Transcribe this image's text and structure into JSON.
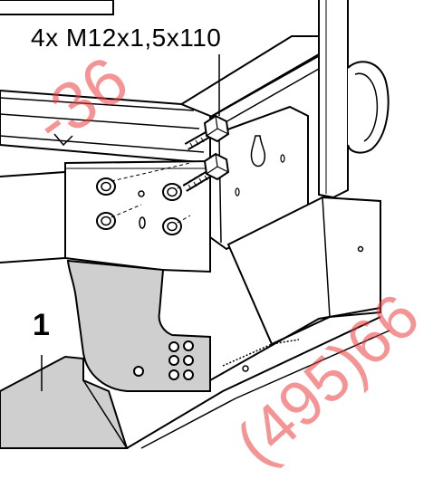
{
  "labels": {
    "bolt_spec": "4x  M12x1,5x110",
    "part_number": "1"
  },
  "watermark": {
    "left_text": "-36",
    "bottom_text": "(495)66",
    "color": "#eb3c3c"
  },
  "colors": {
    "line": "#000000",
    "bracket_fill": "#cfcfcf",
    "rail_fill": "#ffffff"
  }
}
